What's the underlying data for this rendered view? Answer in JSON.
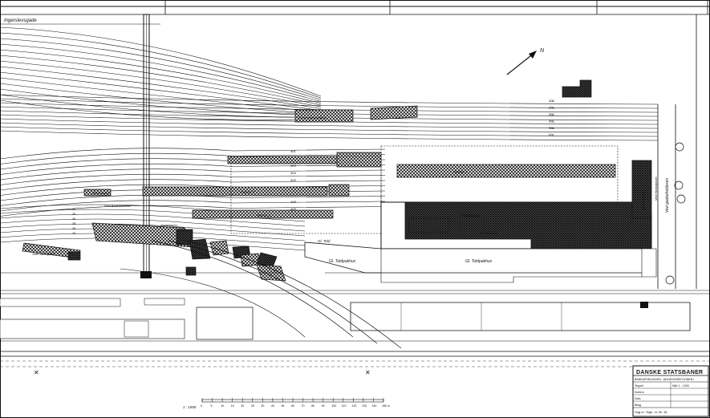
{
  "map": {
    "street_top": "Ingerslevsgade",
    "north_symbol": "N",
    "street_right_1": "Ved gasbeholderen",
    "street_right_2": "Ved Hovedposth.",
    "buildings": {
      "perron_1": "Perron 1",
      "perron_2": "Perron 2",
      "perron_3": "Perron 3",
      "posthuset": "Posthuset",
      "postterminal": "Postterminal",
      "gl_toldpakhus_1": "Gl. Toldpakhus",
      "gl_toldpakhus_2": "Gl. Toldpakhus",
      "gl_told": "Gl. Told",
      "mellemperron": "Mellemperron",
      "kommandoposthus": "Kommandoposthus",
      "varebanegaarden": "Vare-banegård",
      "vest_kontrol": "Vest-kontrol",
      "vest_frontbane": "Vest front-banehal",
      "godsbanen": "Godsbanen"
    },
    "track_labels": [
      "1aL",
      "2aL",
      "3aL",
      "4aL",
      "5aL",
      "6aL",
      "401",
      "402",
      "403",
      "404",
      "405",
      "406",
      "407",
      "408",
      "409",
      "410",
      "34",
      "35",
      "36",
      "38",
      "39",
      "40"
    ]
  },
  "title_block": {
    "org": "DANSKE STATSBANER",
    "dept": "BANEAFDELINGEN · ANLÆGSSEKTIONEN I",
    "scale_label": "Mål: 1 : 1000",
    "row1_label": "Tegnet",
    "row2_label": "Kontrol",
    "row3_label": "Dato",
    "row4_label": "Bilag",
    "drawing_number": "Sag nr. Tegn. nr. Bl. 15"
  },
  "scale_bar": {
    "label": "1 : 1000",
    "ticks": [
      "0",
      "5",
      "10",
      "15",
      "20",
      "25",
      "30",
      "40",
      "50",
      "60",
      "70",
      "80",
      "90",
      "100",
      "110",
      "120",
      "130",
      "140",
      "150 m"
    ]
  },
  "colors": {
    "ink": "#111111",
    "paper": "#ffffff",
    "hatch": "#3a3a3a"
  }
}
